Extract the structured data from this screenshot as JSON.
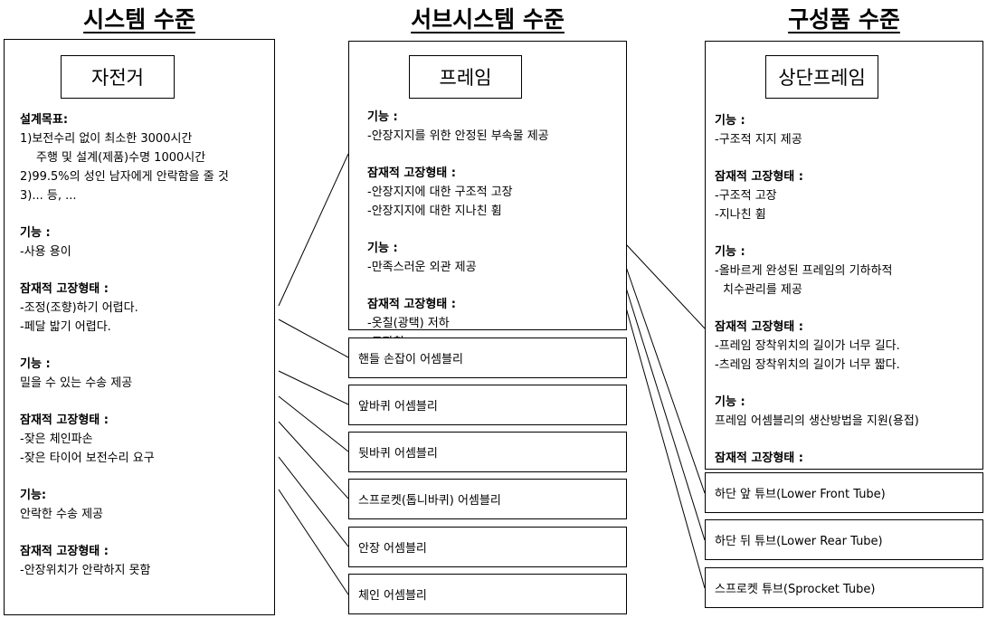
{
  "headers": {
    "system": "시스템 수준",
    "subsystem": "서브시스템 수준",
    "component": "구성품 수준"
  },
  "system": {
    "title": "자전거",
    "design_heading": "설계목표:",
    "design_lines": [
      "1)보전수리 없이 최소한 3000시간",
      "주행 및 설계(제품)수명 1000시간",
      "2)99.5%의 성인 남자에게 안락함을 줄 것",
      "3)... 등, ..."
    ],
    "blocks": [
      {
        "heading": "기능 :",
        "lines": [
          "-사용 용이"
        ]
      },
      {
        "heading": "잠재적 고장형태 :",
        "lines": [
          "-조정(조향)하기 어렵다.",
          "-페달 밟기 어렵다."
        ]
      },
      {
        "heading": "기능 :",
        "lines": [
          "밀을 수 있는 수송 제공"
        ]
      },
      {
        "heading": "잠재적 고장형태 :",
        "lines": [
          "-잦은 체인파손",
          "-잦은 타이어 보전수리 요구"
        ]
      },
      {
        "heading": "기능:",
        "lines": [
          "안락한 수송 제공"
        ]
      },
      {
        "heading": "잠재적 고장형태 :",
        "lines": [
          "-안장위치가 안락하지 못함"
        ]
      }
    ]
  },
  "subsystem": {
    "title": "프레임",
    "blocks": [
      {
        "heading": "기능 :",
        "lines": [
          "-안장지지를 위한 안정된 부속물 제공"
        ]
      },
      {
        "heading": "잠재적 고장형태 :",
        "lines": [
          "-안장지지에 대한 구조적 고장",
          "-안장지지에 대한 지나친 휨"
        ]
      },
      {
        "heading": "기능 :",
        "lines": [
          "-만족스러운 외관 제공"
        ]
      },
      {
        "heading": "잠재적 고장형태 :",
        "lines": [
          "-옷칠(광택) 저하",
          "-도장칩"
        ]
      }
    ],
    "assemblies": [
      "핸들 손잡이 어셈블리",
      "앞바퀴 어셈블리",
      "뒷바퀴 어셈블리",
      "스프로켓(톱니바퀴) 어셈블리",
      "안장 어셈블리",
      "체인 어셈블리"
    ]
  },
  "component": {
    "title": "상단프레임",
    "blocks": [
      {
        "heading": "기능 :",
        "lines": [
          "-구조적 지지 제공"
        ]
      },
      {
        "heading": "잠재적 고장형태 :",
        "lines": [
          "-구조적 고장",
          "-지나친 휨"
        ]
      },
      {
        "heading": "기능 :",
        "lines": [
          "-올바르게 완성된 프레임의 기하하적",
          "치수관리를 제공"
        ]
      },
      {
        "heading": "잠재적 고장형태 :",
        "lines": [
          "-프레임 장착위치의 길이가 너무 길다.",
          "-츠레임 장착위치의 길이가 너무 짧다."
        ]
      },
      {
        "heading": "기능 :",
        "lines": [
          "프레임 어셈블리의 생산방법을 지원(용접)"
        ]
      },
      {
        "heading": "잠재적 고장형태 :",
        "lines": []
      }
    ],
    "tubes": [
      "하단 앞 튜브(Lower Front Tube)",
      "하단 뒤 튜브(Lower Rear Tube)",
      "스프로켓 튜브(Sprocket Tube)"
    ]
  }
}
